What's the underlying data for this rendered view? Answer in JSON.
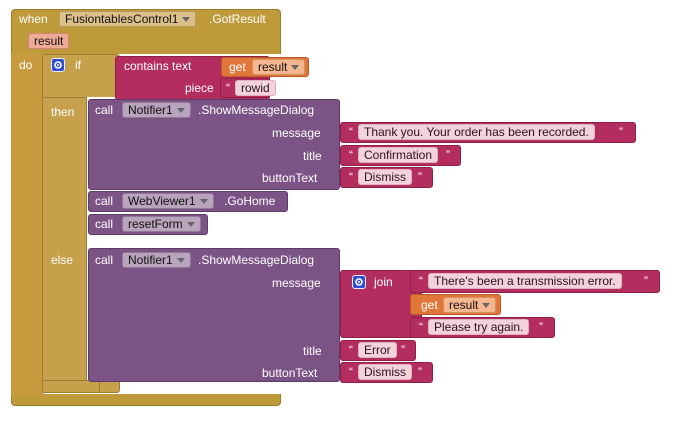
{
  "event": {
    "when_label": "when",
    "component": "FusiontablesControl1",
    "event_name": ".GotResult",
    "param": "result",
    "do_label": "do"
  },
  "if_block": {
    "if_label": "if",
    "then_label": "then",
    "else_label": "else",
    "condition": {
      "contains_label": "contains  text",
      "get_label": "get",
      "get_var": "result",
      "piece_label": "piece",
      "piece_value": "rowid"
    }
  },
  "then_calls": {
    "notifier_call_label": "call",
    "notifier_component": "Notifier1",
    "notifier_method": ".ShowMessageDialog",
    "message_label": "message",
    "message_value": "Thank you. Your order has been recorded.",
    "title_label": "title",
    "title_value": "Confirmation",
    "buttontext_label": "buttonText",
    "buttontext_value": "Dismiss",
    "webviewer_call_label": "call",
    "webviewer_component": "WebViewer1",
    "webviewer_method": ".GoHome",
    "reset_call_label": "call",
    "reset_proc": "resetForm"
  },
  "else_calls": {
    "notifier_call_label": "call",
    "notifier_component": "Notifier1",
    "notifier_method": ".ShowMessageDialog",
    "message_label": "message",
    "join_label": "join",
    "join_item1": "There's been a transmission error.",
    "get_label": "get",
    "get_var": "result",
    "join_item3": "Please try again.",
    "title_label": "title",
    "title_value": "Error",
    "buttontext_label": "buttonText",
    "buttontext_value": "Dismiss"
  },
  "quote_open": "“",
  "quote_close": "”",
  "colors": {
    "event_block": "#bf9a3b",
    "text_block": "#b32d5e",
    "call_block": "#7c5385",
    "variable_block": "#e0763a"
  },
  "icons": {
    "mutator": "gear-icon",
    "dropdown": "chevron-down-icon"
  }
}
